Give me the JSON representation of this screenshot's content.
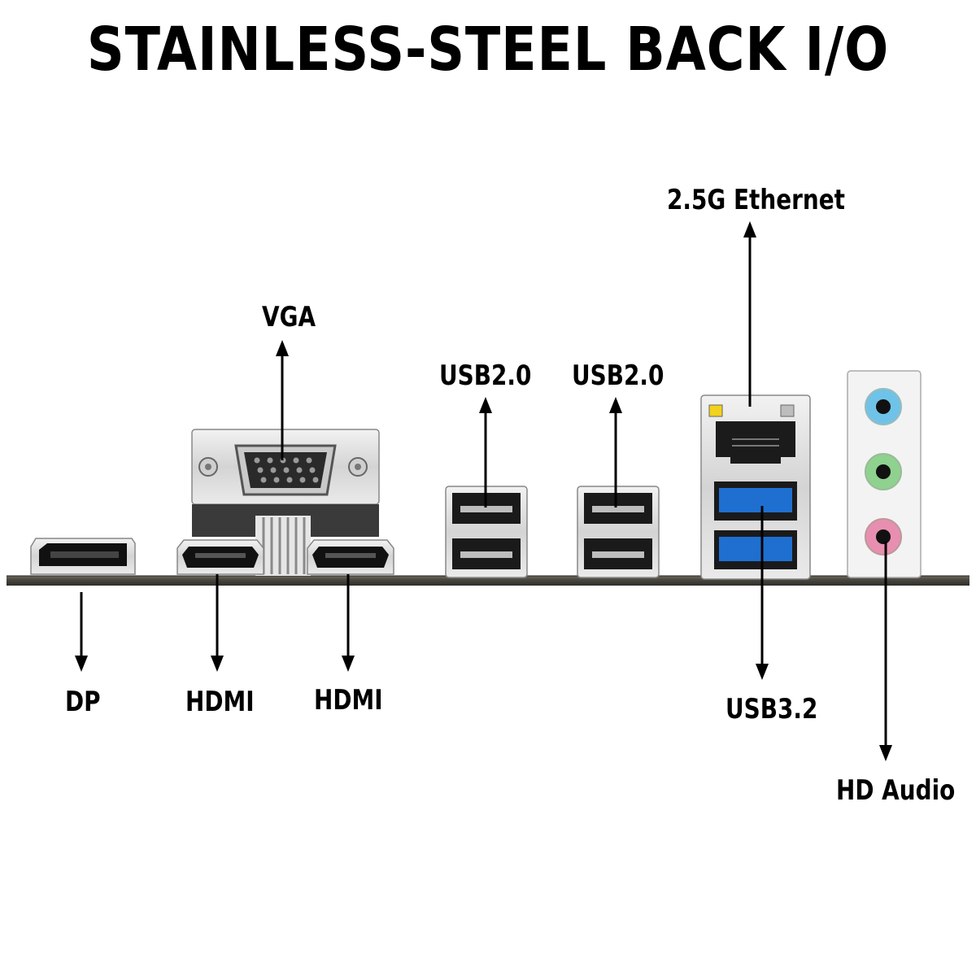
{
  "title": "STAINLESS-STEEL BACK I/O",
  "labels": {
    "dp": "DP",
    "hdmi_1": "HDMI",
    "hdmi_2": "HDMI",
    "vga": "VGA",
    "usb20_1": "USB2.0",
    "usb20_2": "USB2.0",
    "ethernet": "2.5G Ethernet",
    "usb32": "USB3.2",
    "hd_audio": "HD Audio"
  },
  "colors": {
    "usb3_blue": "#1f6fd1",
    "audio_line_in": "#6fc3e8",
    "audio_line_out": "#8fd18f",
    "audio_mic": "#e88fb1",
    "ethernet_led": "#f2d21a"
  }
}
